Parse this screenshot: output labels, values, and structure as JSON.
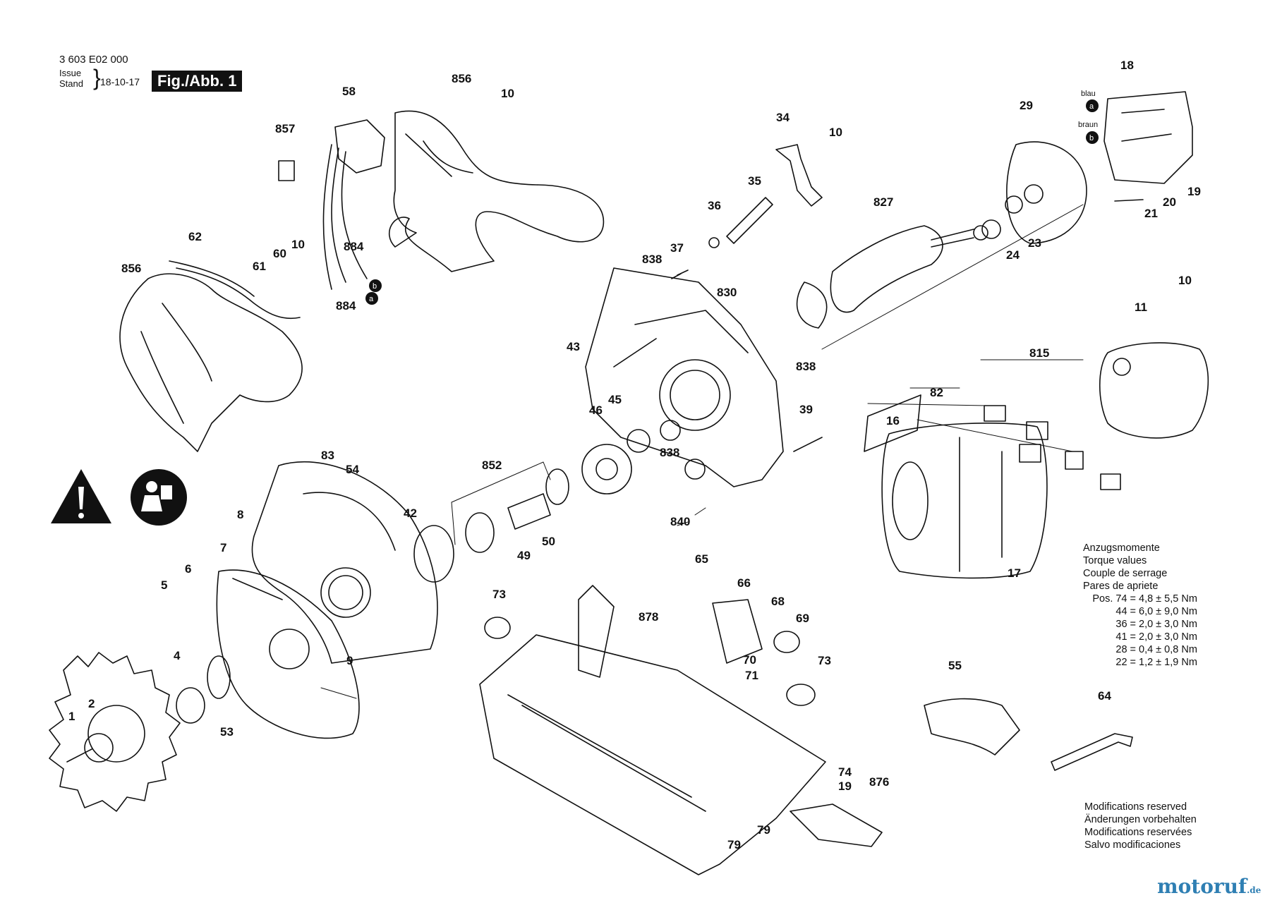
{
  "header": {
    "doc_number": "3 603 E02 000",
    "issue_line1": "Issue",
    "issue_line2": "Stand",
    "issue_date": "18-10-17",
    "figure_label": "Fig./Abb. 1"
  },
  "wire_markers": {
    "a_label": "blau",
    "b_label": "braun",
    "a_letter": "a",
    "b_letter": "b"
  },
  "part_labels": [
    {
      "id": "p18",
      "text": "18"
    },
    {
      "id": "p856a",
      "text": "856"
    },
    {
      "id": "p10a",
      "text": "10"
    },
    {
      "id": "p58",
      "text": "58"
    },
    {
      "id": "p857",
      "text": "857"
    },
    {
      "id": "p34",
      "text": "34"
    },
    {
      "id": "p10b",
      "text": "10"
    },
    {
      "id": "p29",
      "text": "29"
    },
    {
      "id": "p35",
      "text": "35"
    },
    {
      "id": "p827",
      "text": "827"
    },
    {
      "id": "p36",
      "text": "36"
    },
    {
      "id": "p37",
      "text": "37"
    },
    {
      "id": "p838a",
      "text": "838"
    },
    {
      "id": "p62",
      "text": "62"
    },
    {
      "id": "p60",
      "text": "60"
    },
    {
      "id": "p10c",
      "text": "10"
    },
    {
      "id": "p884a",
      "text": "884"
    },
    {
      "id": "p61",
      "text": "61"
    },
    {
      "id": "p856b",
      "text": "856"
    },
    {
      "id": "p884b",
      "text": "884"
    },
    {
      "id": "p830",
      "text": "830"
    },
    {
      "id": "p838b",
      "text": "838"
    },
    {
      "id": "p21",
      "text": "21"
    },
    {
      "id": "p20",
      "text": "20"
    },
    {
      "id": "p19a",
      "text": "19"
    },
    {
      "id": "p24",
      "text": "24"
    },
    {
      "id": "p23",
      "text": "23"
    },
    {
      "id": "p10d",
      "text": "10"
    },
    {
      "id": "p11",
      "text": "11"
    },
    {
      "id": "p43",
      "text": "43"
    },
    {
      "id": "p815",
      "text": "815"
    },
    {
      "id": "p82",
      "text": "82"
    },
    {
      "id": "p45",
      "text": "45"
    },
    {
      "id": "p46",
      "text": "46"
    },
    {
      "id": "p39",
      "text": "39"
    },
    {
      "id": "p16",
      "text": "16"
    },
    {
      "id": "p838c",
      "text": "838"
    },
    {
      "id": "p83",
      "text": "83"
    },
    {
      "id": "p54",
      "text": "54"
    },
    {
      "id": "p852",
      "text": "852"
    },
    {
      "id": "p8",
      "text": "8"
    },
    {
      "id": "p7",
      "text": "7"
    },
    {
      "id": "p42",
      "text": "42"
    },
    {
      "id": "p840",
      "text": "840"
    },
    {
      "id": "p49",
      "text": "49"
    },
    {
      "id": "p50",
      "text": "50"
    },
    {
      "id": "p17",
      "text": "17"
    },
    {
      "id": "p6",
      "text": "6"
    },
    {
      "id": "p5",
      "text": "5"
    },
    {
      "id": "p65",
      "text": "65"
    },
    {
      "id": "p66",
      "text": "66"
    },
    {
      "id": "p73a",
      "text": "73"
    },
    {
      "id": "p68",
      "text": "68"
    },
    {
      "id": "p69",
      "text": "69"
    },
    {
      "id": "p878",
      "text": "878"
    },
    {
      "id": "p9",
      "text": "9"
    },
    {
      "id": "p4",
      "text": "4"
    },
    {
      "id": "p70",
      "text": "70"
    },
    {
      "id": "p71",
      "text": "71"
    },
    {
      "id": "p73b",
      "text": "73"
    },
    {
      "id": "p55",
      "text": "55"
    },
    {
      "id": "p1",
      "text": "1"
    },
    {
      "id": "p2",
      "text": "2"
    },
    {
      "id": "p53",
      "text": "53"
    },
    {
      "id": "p64",
      "text": "64"
    },
    {
      "id": "p74",
      "text": "74"
    },
    {
      "id": "p19b",
      "text": "19"
    },
    {
      "id": "p876",
      "text": "876"
    },
    {
      "id": "p79a",
      "text": "79"
    },
    {
      "id": "p79b",
      "text": "79"
    }
  ],
  "torque": {
    "title1": "Anzugsmomente",
    "title2": "Torque values",
    "title3": "Couple de serrage",
    "title4": "Pares de apriete",
    "rows": [
      {
        "pos": "Pos. 74 =",
        "value": "4,8 ± 5,5 Nm"
      },
      {
        "pos": "44 =",
        "value": "6,0 ± 9,0 Nm"
      },
      {
        "pos": "36 =",
        "value": "2,0 ± 3,0 Nm"
      },
      {
        "pos": "41 =",
        "value": "2,0 ± 3,0 Nm"
      },
      {
        "pos": "28 =",
        "value": "0,4 ± 0,8 Nm"
      },
      {
        "pos": "22 =",
        "value": "1,2 ± 1,9 Nm"
      }
    ]
  },
  "modifications": [
    "Modifications reserved",
    "Änderungen vorbehalten",
    "Modifications reservées",
    "Salvo modificaciones"
  ],
  "brand": {
    "name": "motoruf",
    "tld": ".de"
  }
}
